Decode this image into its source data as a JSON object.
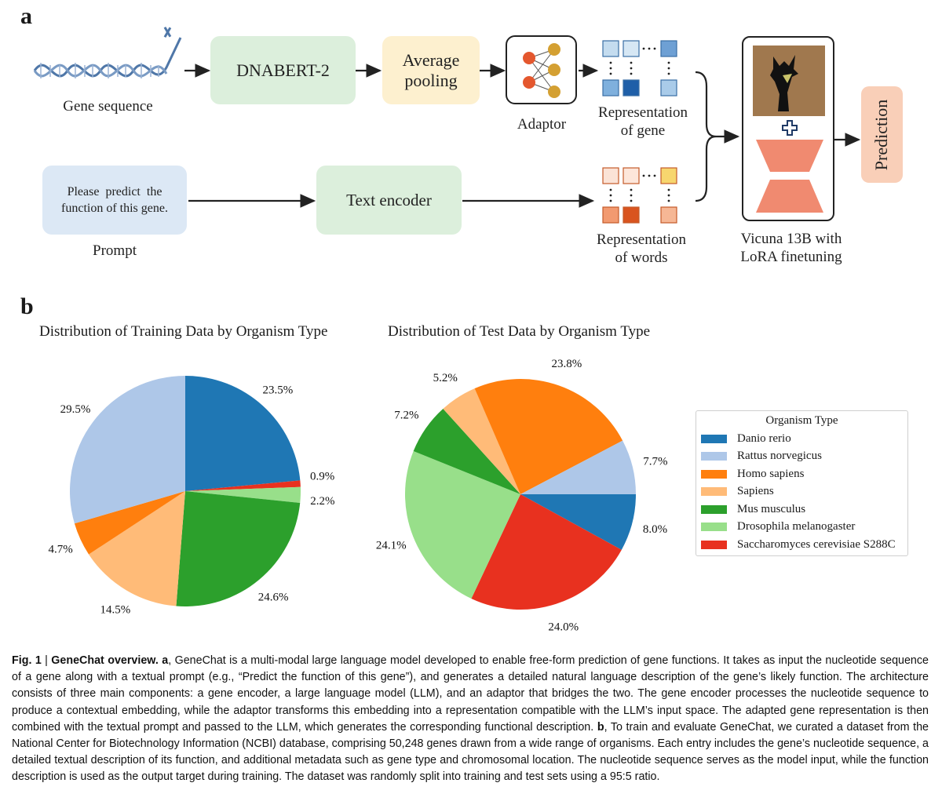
{
  "panel_a": {
    "letter": "a",
    "gene_sequence_label": "Gene sequence",
    "dnabert_label": "DNABERT-2",
    "pooling_label_line1": "Average",
    "pooling_label_line2": "pooling",
    "adaptor_label": "Adaptor",
    "rep_gene_line1": "Representation",
    "rep_gene_line2": "of gene",
    "prompt_text_line1": "Please  predict  the",
    "prompt_text_line2": "function of this gene.",
    "prompt_label": "Prompt",
    "text_encoder_label": "Text encoder",
    "rep_words_line1": "Representation",
    "rep_words_line2": "of words",
    "llm_label_line1": "Vicuna 13B with",
    "llm_label_line2": "LoRA finetuning",
    "prediction_label": "Prediction",
    "colors": {
      "green": "#dcefdc",
      "yellow": "#fdf0cf",
      "blue": "#dce8f5",
      "orange": "#f9cfb8"
    }
  },
  "panel_b": {
    "letter": "b"
  },
  "legend": {
    "title": "Organism Type",
    "items": [
      {
        "label": "Danio rerio",
        "color": "#1f77b4"
      },
      {
        "label": "Rattus norvegicus",
        "color": "#aec7e8"
      },
      {
        "label": "Homo sapiens",
        "color": "#ff7f0e"
      },
      {
        "label": "Sapiens",
        "color": "#ffbb78"
      },
      {
        "label": "Mus musculus",
        "color": "#2ca02c"
      },
      {
        "label": "Drosophila melanogaster",
        "color": "#98df8a"
      },
      {
        "label": "Saccharomyces cerevisiae S288C",
        "color": "#e8311f"
      }
    ]
  },
  "chart_data": [
    {
      "type": "pie",
      "title": "Distribution of Training Data by Organism Type",
      "categories": [
        "Danio rerio",
        "Saccharomyces cerevisiae S288C",
        "Drosophila melanogaster",
        "Mus musculus",
        "Sapiens",
        "Homo sapiens",
        "Rattus norvegicus"
      ],
      "values": [
        23.5,
        0.9,
        2.2,
        24.6,
        14.5,
        4.7,
        29.5
      ],
      "labels": [
        "23.5%",
        "0.9%",
        "2.2%",
        "24.6%",
        "14.5%",
        "4.7%",
        "29.5%"
      ],
      "colors": [
        "#1f77b4",
        "#e8311f",
        "#98df8a",
        "#2ca02c",
        "#ffbb78",
        "#ff7f0e",
        "#aec7e8"
      ],
      "start_angle_deg": 90,
      "direction": "clockwise"
    },
    {
      "type": "pie",
      "title": "Distribution of Test Data by Organism Type",
      "categories": [
        "Danio rerio",
        "Saccharomyces cerevisiae S288C",
        "Drosophila melanogaster",
        "Mus musculus",
        "Sapiens",
        "Homo sapiens",
        "Rattus norvegicus"
      ],
      "values": [
        8.0,
        24.0,
        24.1,
        7.2,
        5.2,
        23.8,
        7.7
      ],
      "labels": [
        "8.0%",
        "24.0%",
        "24.1%",
        "7.2%",
        "5.2%",
        "23.8%",
        "7.7%"
      ],
      "colors": [
        "#1f77b4",
        "#e8311f",
        "#98df8a",
        "#2ca02c",
        "#ffbb78",
        "#ff7f0e",
        "#aec7e8"
      ],
      "start_angle_deg": 0,
      "direction": "clockwise"
    }
  ],
  "caption": {
    "fig_label": "Fig. 1",
    "separator": " | ",
    "title": "GeneChat overview.",
    "a_letter": "a",
    "text_a": ", GeneChat is a multi-modal large language model developed to enable free-form prediction of gene functions. It takes as input the nucleotide sequence of a gene along with a textual prompt (e.g., “Predict the function of this gene”), and generates a detailed natural language description of the gene’s likely function. The architecture consists of three main components: a gene encoder, a large language model (LLM), and an adaptor that bridges the two. The gene encoder processes the nucleotide sequence to produce a contextual embedding, while the adaptor transforms this embedding into a representation compatible with the LLM’s input space. The adapted gene representation is then combined with the textual prompt and passed to the LLM, which generates the corresponding functional description. ",
    "b_letter": "b",
    "text_b": ", To train and evaluate GeneChat, we curated a dataset from the National Center for Biotechnology Information (NCBI) database, comprising 50,248 genes drawn from a wide range of organisms. Each entry includes the gene’s nucleotide sequence, a detailed textual description of its function, and additional metadata such as gene type and chromosomal location. The nucleotide sequence serves as the model input, while the function description is used as the output target during training. The dataset was randomly split into training and test sets using a 95:5 ratio."
  }
}
